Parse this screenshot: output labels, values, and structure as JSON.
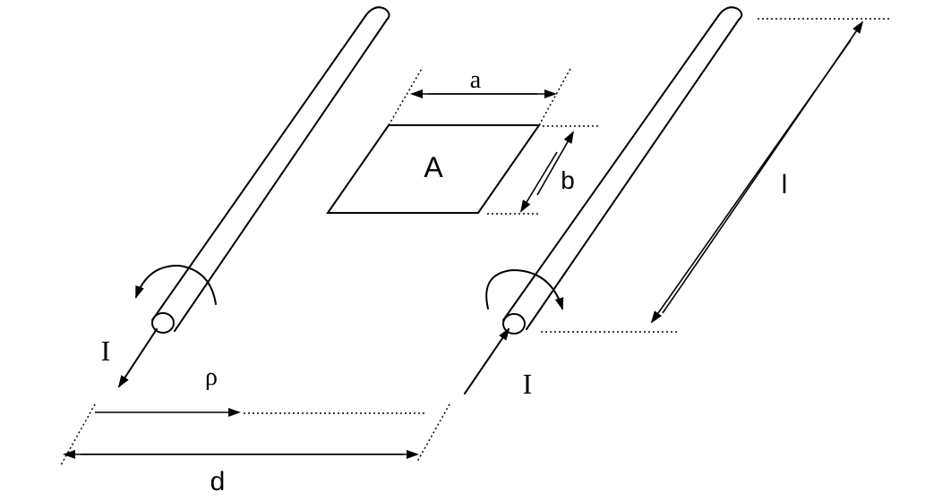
{
  "labels": {
    "a": "a",
    "b": "b",
    "A": "A",
    "l": "l",
    "I_left": "I",
    "I_right": "I",
    "rho": "ρ",
    "d": "d"
  }
}
